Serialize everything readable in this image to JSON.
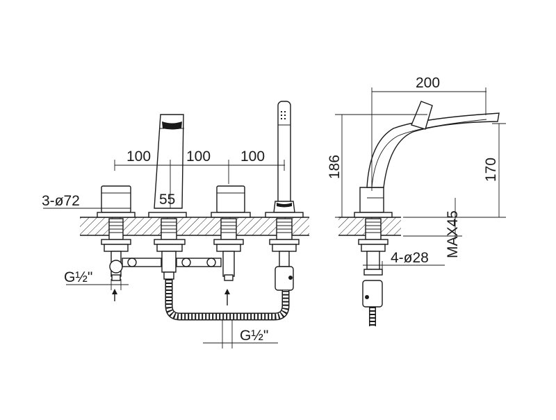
{
  "dimensions": {
    "spacing_1": "100",
    "spacing_2": "100",
    "spacing_3": "100",
    "hole_count_dia": "3-ø72",
    "spout_width": "55",
    "inlet_left": "G½\"",
    "inlet_bottom": "G½\"",
    "spout_reach": "200",
    "spout_height": "186",
    "outlet_height": "170",
    "max_deck": "MAX45",
    "hole_dia": "4-ø28"
  },
  "colors": {
    "line": "#1a1a1a",
    "background": "#ffffff"
  }
}
